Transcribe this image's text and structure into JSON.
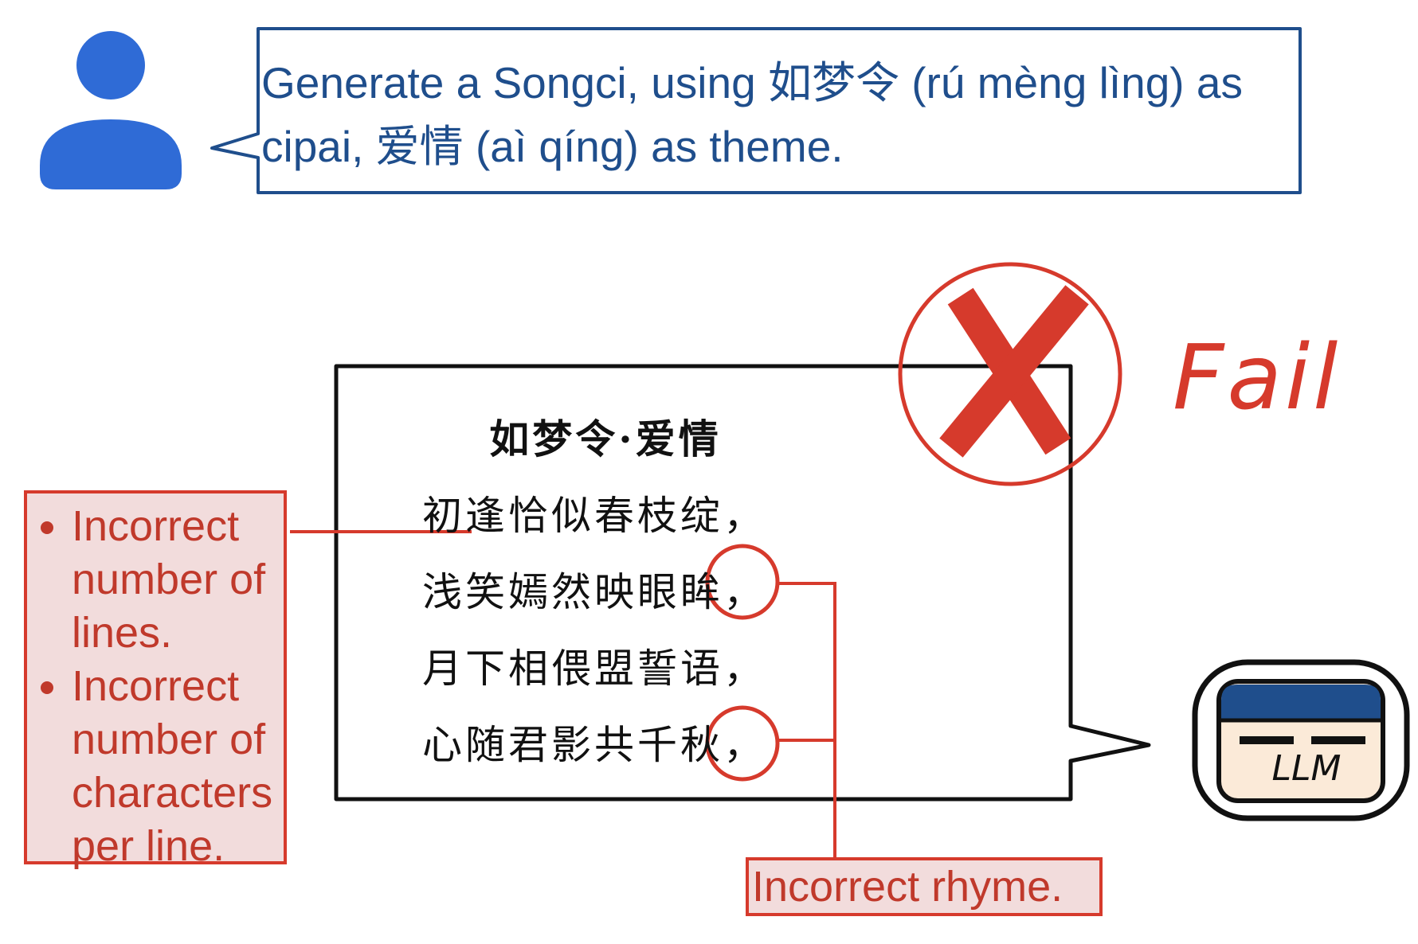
{
  "user": {
    "prompt": "Generate a Songci, using 如梦令 (rú mèng lìng) as cipai, 爱情 (aì qíng) as theme."
  },
  "response": {
    "title": "如梦令·爱情",
    "lines": [
      "初逢恰似春枝绽，",
      "浅笑嫣然映眼眸，",
      "月下相偎盟誓语，",
      "心随君影共千秋，"
    ]
  },
  "verdict": {
    "label": "Fail"
  },
  "errors": {
    "list": [
      "Incorrect number of lines.",
      "Incorrect number of characters per line."
    ],
    "rhyme": "Incorrect rhyme."
  },
  "model": {
    "label": "LLM"
  },
  "colors": {
    "user_blue": "#2f6bd6",
    "prompt_text": "#1f4e8c",
    "error_red": "#d63a2c",
    "error_fill": "#f2dcdc",
    "llm_header": "#1f4e8c",
    "llm_body": "#fbead8"
  }
}
